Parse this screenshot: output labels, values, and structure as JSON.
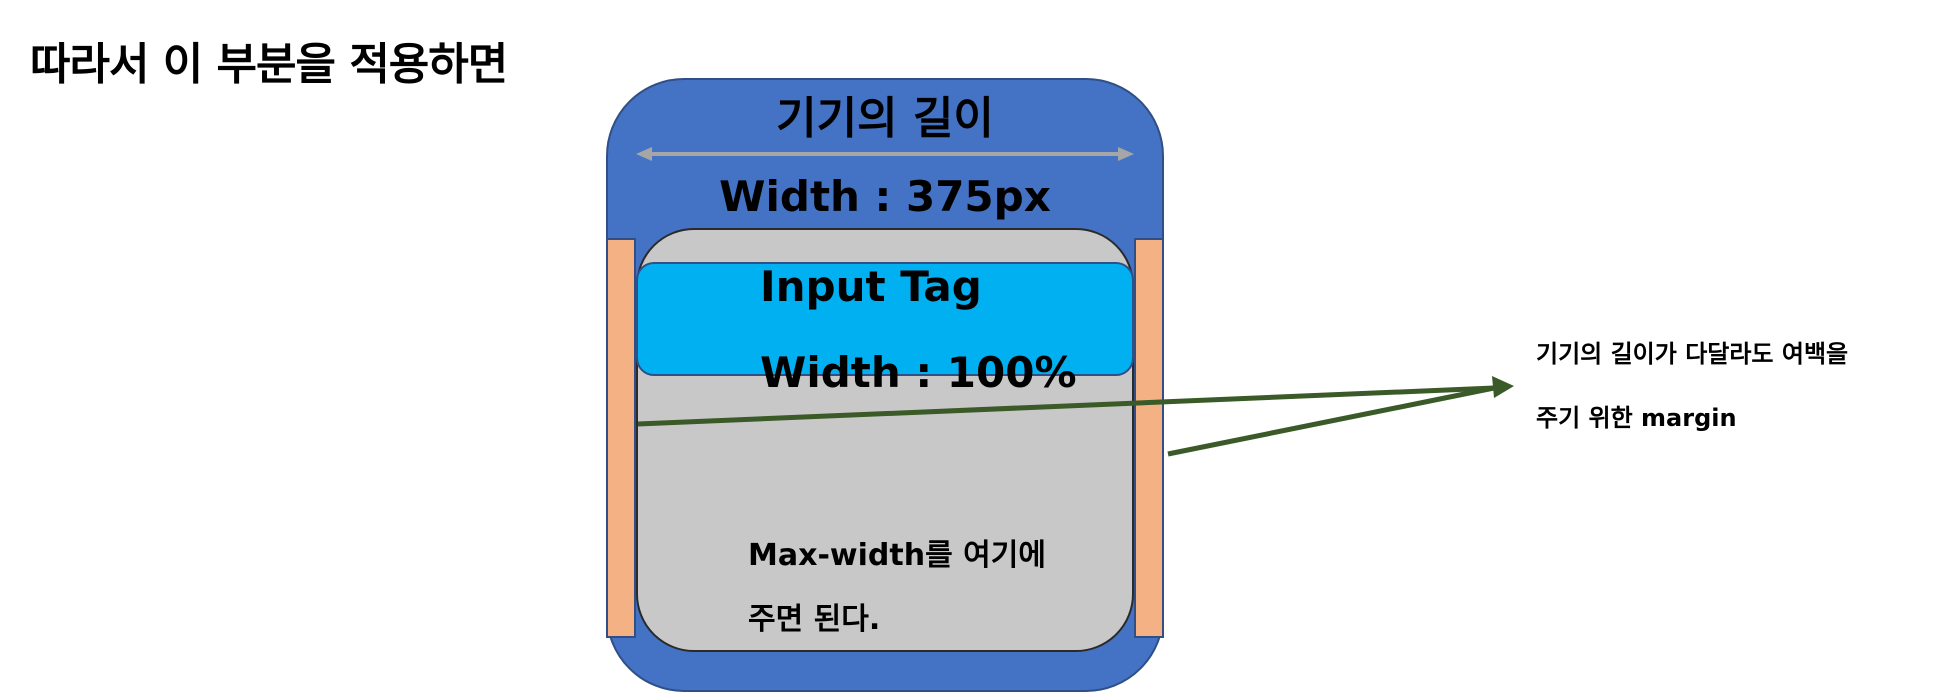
{
  "page": {
    "title": "따라서 이 부분을 적용하면"
  },
  "device": {
    "title": "기기의 길이",
    "width_label": "Width : 375px"
  },
  "input_tag": {
    "label": "Input Tag",
    "width_label": "Width : 100%"
  },
  "max_width_note": {
    "line1": "Max-width를 여기에",
    "line2": "주면 된다."
  },
  "margin_note": {
    "line1": "기기의 길이가 다달라도 여백을",
    "line2": "주기 위한 margin"
  },
  "colors": {
    "device_fill": "#4472c4",
    "content_fill": "#c8c8c8",
    "input_fill": "#00b0f0",
    "margin_fill": "#f4b183",
    "arrow_green": "#3a5a27",
    "width_arrow_gray": "#a6a6a6"
  }
}
